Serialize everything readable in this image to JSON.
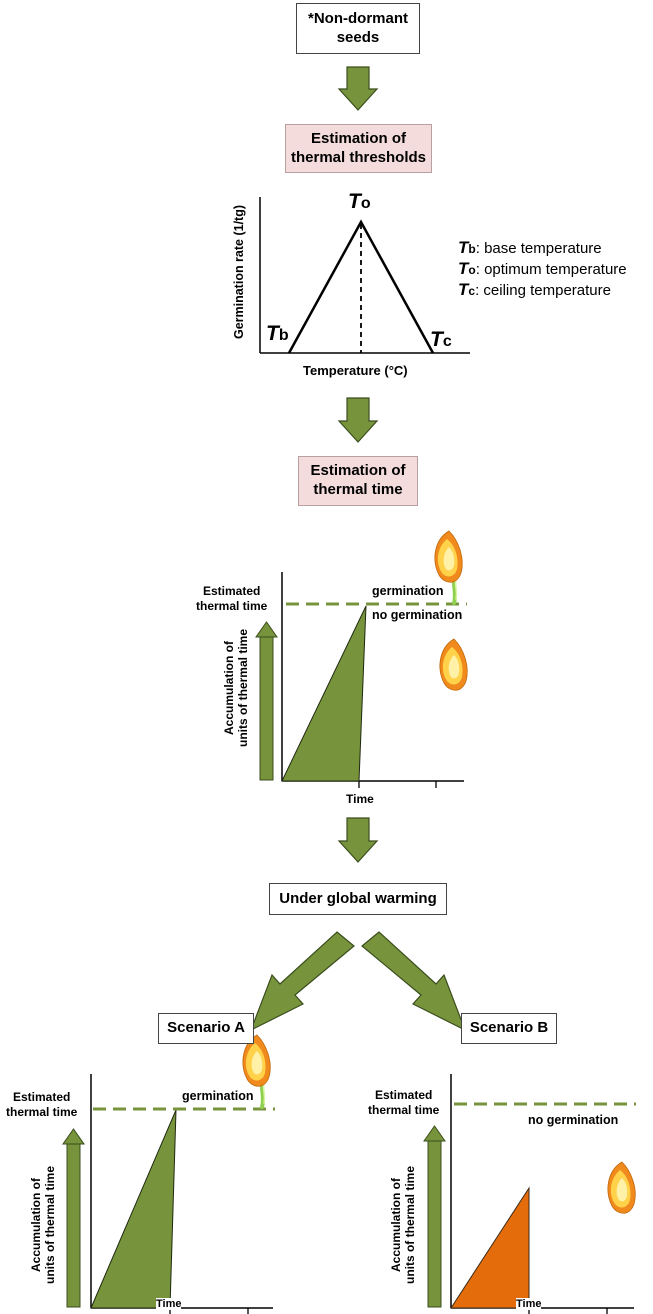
{
  "boxes": {
    "non_dormant": "*Non-dormant\nseeds",
    "thermal_thresholds": "Estimation of\nthermal thresholds",
    "thermal_time": "Estimation of\nthermal time",
    "global_warming": "Under global warming",
    "scenario_a": "Scenario A",
    "scenario_b": "Scenario B"
  },
  "threshold_plot": {
    "ylabel": "Germination rate (1/tg)",
    "xlabel": "Temperature (°C)",
    "tb": "T",
    "tb_sub": "b",
    "to": "T",
    "to_sub": "o",
    "tc": "T",
    "tc_sub": "c"
  },
  "legend": [
    {
      "sym": "T",
      "sub": "b",
      "text": ": base temperature"
    },
    {
      "sym": "T",
      "sub": "o",
      "text": ": optimum temperature"
    },
    {
      "sym": "T",
      "sub": "c",
      "text": ": ceiling temperature"
    }
  ],
  "time_plot": {
    "threshold_label": "Estimated\nthermal time",
    "ylabel": "Accumulation of\nunits of thermal time",
    "xlabel": "Time",
    "above": "germination",
    "below": "no germination"
  },
  "scenario_a_plot": {
    "threshold_label": "Estimated\nthermal time",
    "ylabel": "Accumulation of\nunits of thermal time",
    "xlabel": "Time",
    "status": "germination"
  },
  "scenario_b_plot": {
    "threshold_label": "Estimated\nthermal time",
    "ylabel": "Accumulation of\nunits of thermal time",
    "xlabel": "Time",
    "status": "no germination"
  },
  "colors": {
    "arrow_fill": "#77933c",
    "arrow_stroke": "#3b4e1e",
    "green_area": "#77933c",
    "orange_area": "#e46c0a",
    "dashed_line": "#77933c",
    "box_pink": "#f4dcdc",
    "seed_outer": "#f08a1c",
    "seed_inner": "#ffd24a",
    "sprout": "#8fd14f"
  }
}
